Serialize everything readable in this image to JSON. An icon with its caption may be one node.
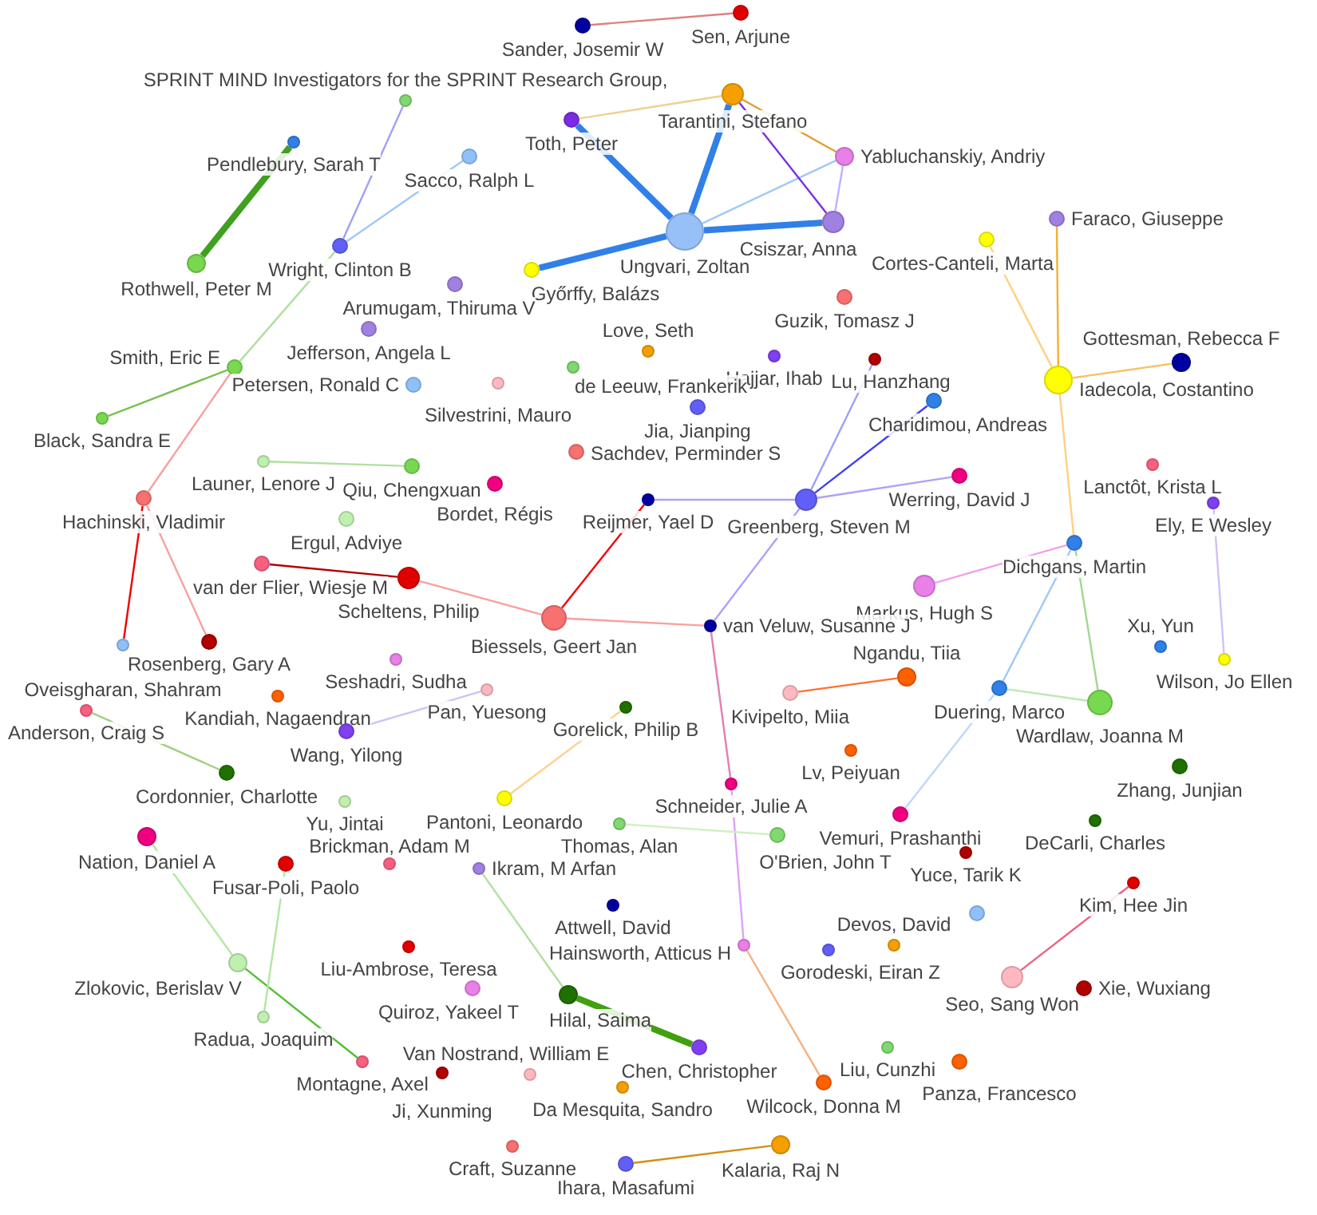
{
  "diagram": {
    "nodes": [
      {
        "text": [
          "Sander, Josemir W"
        ]
      },
      {
        "text": [
          "Sen, Arjune"
        ]
      },
      {
        "text": [
          "Tarantini, Stefano"
        ]
      },
      {
        "text": [
          "SPRINT MIND Investigators for the SPRINT Research Group,"
        ]
      },
      {
        "text": [
          "Toth, Peter"
        ]
      },
      {
        "text": [
          "Pendlebury, Sarah T"
        ]
      },
      {
        "text": [
          "Yabluchanskiy, Andriy"
        ]
      },
      {
        "text": [
          "Sacco, Ralph L"
        ]
      },
      {
        "text": [
          "Faraco, Giuseppe"
        ]
      },
      {
        "text": [
          "Csiszar, Anna"
        ]
      },
      {
        "text": [
          "Ungvari, Zoltan"
        ]
      },
      {
        "text": [
          "Cortes-Canteli, Marta"
        ]
      },
      {
        "text": [
          "Wright, Clinton B"
        ]
      },
      {
        "text": [
          "Rothwell, Peter M"
        ]
      },
      {
        "text": [
          "Győrffy, Balázs"
        ]
      },
      {
        "text": [
          "Arumugam, Thiruma V"
        ]
      },
      {
        "text": [
          "Guzik, Tomasz J"
        ]
      },
      {
        "text": [
          "Jefferson, Angela L"
        ]
      },
      {
        "text": [
          "Love, Seth"
        ]
      },
      {
        "text": [
          "Hajjar, Ihab"
        ]
      },
      {
        "text": [
          "Lu, Hanzhang"
        ]
      },
      {
        "text": [
          "Gottesman, Rebecca F"
        ]
      },
      {
        "text": [
          "de Leeuw, Frankerik"
        ]
      },
      {
        "text": [
          "Smith, Eric E"
        ]
      },
      {
        "text": [
          "Iadecola, Costantino"
        ]
      },
      {
        "text": [
          "Petersen, Ronald C"
        ]
      },
      {
        "text": [
          "Silvestrini, Mauro"
        ]
      },
      {
        "text": [
          "Charidimou, Andreas"
        ]
      },
      {
        "text": [
          "Jia, Jianping"
        ]
      },
      {
        "text": [
          "Black, Sandra E"
        ]
      },
      {
        "text": [
          "Sachdev, Perminder S"
        ]
      },
      {
        "text": [
          "Launer, Lenore J"
        ]
      },
      {
        "text": [
          "Lanctôt, Krista L"
        ]
      },
      {
        "text": [
          "Qiu, Chengxuan"
        ]
      },
      {
        "text": [
          "Werring, David J"
        ]
      },
      {
        "text": [
          "Bordet, Régis"
        ]
      },
      {
        "text": [
          "Hachinski, Vladimir"
        ]
      },
      {
        "text": [
          "Reijmer, Yael D"
        ]
      },
      {
        "text": [
          "Greenberg, Steven M"
        ]
      },
      {
        "text": [
          "Ely, E Wesley"
        ]
      },
      {
        "text": [
          "Ergul, Adviye"
        ]
      },
      {
        "text": [
          "Dichgans, Martin"
        ]
      },
      {
        "text": [
          "van der Flier, Wiesje M"
        ]
      },
      {
        "text": [
          "Scheltens, Philip"
        ]
      },
      {
        "text": [
          "Markus, Hugh S"
        ]
      },
      {
        "text": [
          "Biessels, Geert Jan"
        ]
      },
      {
        "text": [
          "van Veluw, Susanne J"
        ]
      },
      {
        "text": [
          "Rosenberg, Gary A"
        ]
      },
      {
        "text": [
          "Oveisgharan, Shahram"
        ]
      },
      {
        "text": [
          "Xu, Yun"
        ]
      },
      {
        "text": [
          "Wilson, Jo Ellen"
        ]
      },
      {
        "text": [
          "Seshadri, Sudha"
        ]
      },
      {
        "text": [
          "Ngandu, Tiia"
        ]
      },
      {
        "text": [
          "Duering, Marco"
        ]
      },
      {
        "text": [
          "Pan, Yuesong"
        ]
      },
      {
        "text": [
          "Kivipelto, Miia"
        ]
      },
      {
        "text": [
          "Kandiah, Nagaendran"
        ]
      },
      {
        "text": [
          "Wardlaw, Joanna M"
        ]
      },
      {
        "text": [
          "Gorelick, Philip B"
        ]
      },
      {
        "text": [
          "Anderson, Craig S"
        ]
      },
      {
        "text": [
          "Wang, Yilong"
        ]
      },
      {
        "text": [
          "Lv, Peiyuan"
        ]
      },
      {
        "text": [
          "Zhang, Junjian"
        ]
      },
      {
        "text": [
          "Cordonnier, Charlotte"
        ]
      },
      {
        "text": [
          "Schneider, Julie A"
        ]
      },
      {
        "text": [
          "Pantoni, Leonardo"
        ]
      },
      {
        "text": [
          "Yu, Jintai"
        ]
      },
      {
        "text": [
          "Vemuri, Prashanthi"
        ]
      },
      {
        "text": [
          "DeCarli, Charles"
        ]
      },
      {
        "text": [
          "Thomas, Alan"
        ]
      },
      {
        "text": [
          "O'Brien, John T"
        ]
      },
      {
        "text": [
          "Nation, Daniel A"
        ]
      },
      {
        "text": [
          "Yuce, Tarik K"
        ]
      },
      {
        "text": [
          "Fusar-Poli, Paolo"
        ]
      },
      {
        "text": [
          "Brickman, Adam M"
        ]
      },
      {
        "text": [
          "Ikram, M Arfan"
        ]
      },
      {
        "text": [
          "Kim, Hee Jin"
        ]
      },
      {
        "text": [
          "Attwell, David"
        ]
      },
      {
        "text": [],
        "shape": "circle"
      },
      {
        "text": [
          "Hainsworth, Atticus H"
        ]
      },
      {
        "text": [
          "Devos, David"
        ]
      },
      {
        "text": [
          "Liu-Ambrose, Teresa"
        ]
      },
      {
        "text": [
          "Gorodeski, Eiran Z"
        ]
      },
      {
        "text": [
          "Zlokovic, Berislav V"
        ]
      },
      {
        "text": [
          "Seo, Sang Won"
        ]
      },
      {
        "text": [
          "Quiroz, Yakeel T"
        ]
      },
      {
        "text": [
          "Xie, Wuxiang"
        ]
      },
      {
        "text": [
          "Hilal, Saima"
        ]
      },
      {
        "text": [
          "Radua, Joaquim"
        ]
      },
      {
        "text": [
          "Chen, Christopher"
        ]
      },
      {
        "text": [
          "Liu, Cunzhi"
        ]
      },
      {
        "text": [
          "Montagne, Axel"
        ]
      },
      {
        "text": [
          "Panza, Francesco"
        ]
      },
      {
        "text": [
          "Ji, Xunming"
        ]
      },
      {
        "text": [
          "Van Nostrand, William E"
        ]
      },
      {
        "text": [
          "Wilcock, Donna M"
        ]
      },
      {
        "text": [
          "Da Mesquita, Sandro"
        ]
      },
      {
        "text": [
          "Craft, Suzanne"
        ]
      },
      {
        "text": [
          "Kalaria, Raj N"
        ]
      },
      {
        "text": [
          "Ihara, Masafumi"
        ]
      }
    ],
    "edges": [
      {
        "from": 0,
        "to": 1,
        "arrow": "none",
        "color": "#e08080"
      },
      {
        "from": 5,
        "to": 13,
        "arrow": "none",
        "style": "thick",
        "color": "#40a020"
      },
      {
        "from": 3,
        "to": 12,
        "arrow": "none",
        "color": "#a0a0f8"
      },
      {
        "from": 7,
        "to": 12,
        "arrow": "none",
        "color": "#a0c8f8"
      },
      {
        "from": 12,
        "to": 23,
        "arrow": "none",
        "color": "#b0e0a0"
      },
      {
        "from": 23,
        "to": 29,
        "arrow": "none",
        "color": "#78c050"
      },
      {
        "from": 23,
        "to": 36,
        "arrow": "none",
        "color": "#f8a0a0"
      },
      {
        "from": 36,
        "to": 48,
        "arrow": "none",
        "color": "#f00000"
      },
      {
        "from": 36,
        "to": 47,
        "arrow": "none",
        "color": "#f8a0a0"
      },
      {
        "from": 31,
        "to": 33,
        "arrow": "none",
        "color": "#b0e0a0"
      },
      {
        "from": 42,
        "to": 43,
        "arrow": "none",
        "color": "#b00000"
      },
      {
        "from": 43,
        "to": 45,
        "arrow": "none",
        "color": "#f8a0a0"
      },
      {
        "from": 45,
        "to": 37,
        "arrow": "none",
        "color": "#f00000"
      },
      {
        "from": 45,
        "to": 46,
        "arrow": "none",
        "color": "#f8a0a0"
      },
      {
        "from": 37,
        "to": 38,
        "arrow": "none",
        "color": "#b0a0f8"
      },
      {
        "from": 38,
        "to": 20,
        "arrow": "none",
        "color": "#a0a0f8"
      },
      {
        "from": 38,
        "to": 27,
        "arrow": "none",
        "color": "#4040f0"
      },
      {
        "from": 38,
        "to": 34,
        "arrow": "none",
        "color": "#b0a0f8"
      },
      {
        "from": 38,
        "to": 46,
        "arrow": "none",
        "color": "#b0a0f8"
      },
      {
        "from": 46,
        "to": 64,
        "arrow": "none",
        "color": "#e080b0"
      },
      {
        "from": 64,
        "to": 79,
        "arrow": "none",
        "color": "#e0a0f8"
      },
      {
        "from": 79,
        "to": 95,
        "arrow": "none",
        "color": "#f8b080"
      },
      {
        "from": 69,
        "to": 70,
        "arrow": "none",
        "color": "#d0f0c0"
      },
      {
        "from": 4,
        "to": 10,
        "arrow": "none",
        "style": "thick",
        "color": "#3080e8"
      },
      {
        "from": 2,
        "to": 10,
        "arrow": "none",
        "style": "thick",
        "color": "#3080e8"
      },
      {
        "from": 14,
        "to": 10,
        "arrow": "none",
        "style": "thick",
        "color": "#3080e8"
      },
      {
        "from": 9,
        "to": 10,
        "arrow": "none",
        "style": "thick",
        "color": "#3080e8"
      },
      {
        "from": 6,
        "to": 10,
        "arrow": "none",
        "color": "#a0c8f8"
      },
      {
        "from": 2,
        "to": 9,
        "arrow": "none",
        "color": "#7b2be0"
      },
      {
        "from": 4,
        "to": 2,
        "arrow": "none",
        "color": "#f0d090"
      },
      {
        "from": 2,
        "to": 6,
        "arrow": "none",
        "color": "#e0a030"
      },
      {
        "from": 6,
        "to": 9,
        "arrow": "none",
        "color": "#c0b0f8"
      },
      {
        "from": 24,
        "to": 11,
        "arrow": "none",
        "color": "#ffd080"
      },
      {
        "from": 24,
        "to": 8,
        "arrow": "none",
        "color": "#f5b030"
      },
      {
        "from": 24,
        "to": 21,
        "arrow": "none",
        "color": "#f5c060"
      },
      {
        "from": 24,
        "to": 41,
        "arrow": "none",
        "color": "#ffd080"
      },
      {
        "from": 41,
        "to": 44,
        "arrow": "none",
        "color": "#f0a0f0"
      },
      {
        "from": 41,
        "to": 53,
        "arrow": "none",
        "color": "#a0c8f8"
      },
      {
        "from": 53,
        "to": 67,
        "arrow": "none",
        "color": "#c0d8f8"
      },
      {
        "from": 41,
        "to": 57,
        "arrow": "none",
        "color": "#a0d890"
      },
      {
        "from": 53,
        "to": 57,
        "arrow": "none",
        "color": "#c0e8b0"
      },
      {
        "from": 39,
        "to": 50,
        "arrow": "none",
        "color": "#d0c0f8"
      },
      {
        "from": 55,
        "to": 52,
        "arrow": "none",
        "color": "#ff7030"
      },
      {
        "from": 58,
        "to": 65,
        "arrow": "none",
        "color": "#ffd090"
      },
      {
        "from": 60,
        "to": 54,
        "arrow": "none",
        "color": "#d0c0f8"
      },
      {
        "from": 59,
        "to": 63,
        "arrow": "none",
        "color": "#a0d080"
      },
      {
        "from": 71,
        "to": 83,
        "arrow": "none",
        "color": "#b0e8a0"
      },
      {
        "from": 83,
        "to": 91,
        "arrow": "none",
        "color": "#50c030"
      },
      {
        "from": 73,
        "to": 88,
        "arrow": "none",
        "color": "#b0e8a0"
      },
      {
        "from": 75,
        "to": 87,
        "arrow": "none",
        "color": "#b0e0a0"
      },
      {
        "from": 87,
        "to": 89,
        "arrow": "none",
        "style": "thick",
        "color": "#40a010"
      },
      {
        "from": 99,
        "to": 98,
        "arrow": "none",
        "color": "#d09010"
      },
      {
        "from": 84,
        "to": 76,
        "arrow": "none",
        "color": "#f06080"
      }
    ]
  }
}
